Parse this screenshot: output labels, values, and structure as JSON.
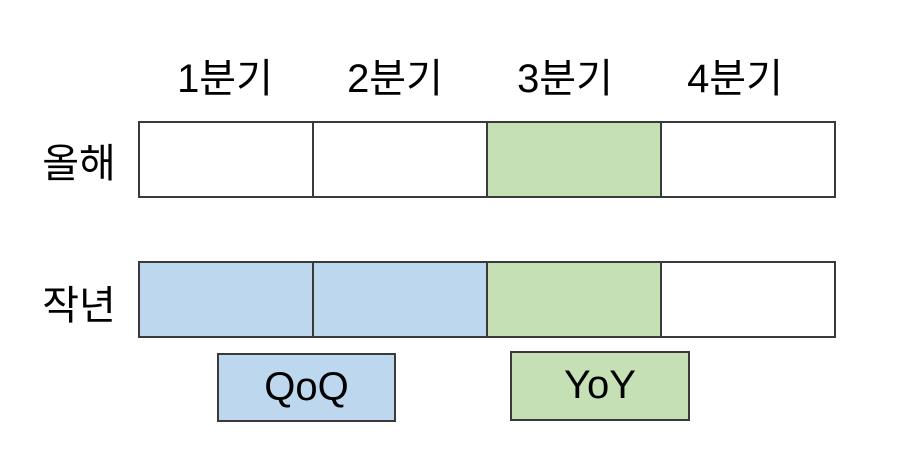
{
  "quarters": [
    "1분기",
    "2분기",
    "3분기",
    "4분기"
  ],
  "rows": [
    {
      "label": "올해",
      "cells": [
        "none",
        "none",
        "yoy",
        "none"
      ]
    },
    {
      "label": "작년",
      "cells": [
        "qoq",
        "qoq",
        "yoy",
        "none"
      ]
    }
  ],
  "legend": [
    {
      "label": "QoQ",
      "color_ref": "qoq_blue"
    },
    {
      "label": "YoY",
      "color_ref": "yoy_green"
    }
  ],
  "colors": {
    "qoq_blue": "#bdd7ee",
    "yoy_green": "#c5e0b4",
    "border": "#3a3a3a"
  }
}
